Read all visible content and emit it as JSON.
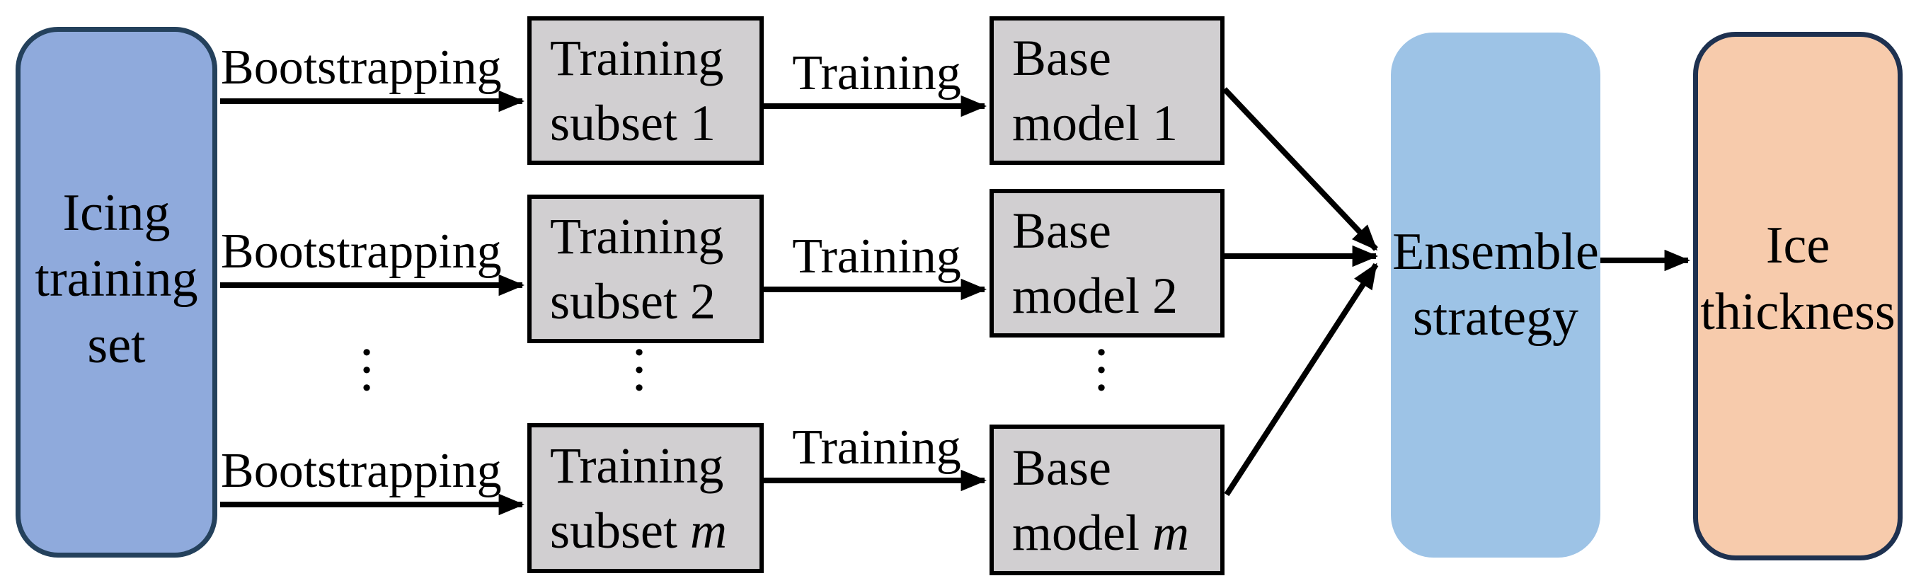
{
  "diagram": {
    "icing_box": "Icing\ntraining\nset",
    "bootstrapping_label": "Bootstrapping",
    "training_label": "Training",
    "subset_boxes": [
      {
        "line1": "Training",
        "line2": "subset",
        "index": "1"
      },
      {
        "line1": "Training",
        "line2": "subset",
        "index": "2"
      },
      {
        "line1": "Training",
        "line2": "subset",
        "index": "m"
      }
    ],
    "model_boxes": [
      {
        "line1": "Base",
        "line2": "model",
        "index": "1"
      },
      {
        "line1": "Base",
        "line2": "model",
        "index": "2"
      },
      {
        "line1": "Base",
        "line2": "model",
        "index": "m"
      }
    ],
    "ensemble_box": "Ensemble\nstrategy",
    "ice_box": "Ice\nthickness",
    "ellipsis": "•\n•\n•",
    "colors": {
      "icing_fill": "#8FAADC",
      "icing_border": "#24415C",
      "box_fill": "#D1CFD1",
      "box_border": "#000000",
      "ensemble_fill": "#9DC3E6",
      "ice_fill": "#F7CBAC",
      "ice_border": "#1E3150",
      "arrow": "#000000",
      "text": "#000000",
      "background": "#FFFFFF"
    }
  }
}
